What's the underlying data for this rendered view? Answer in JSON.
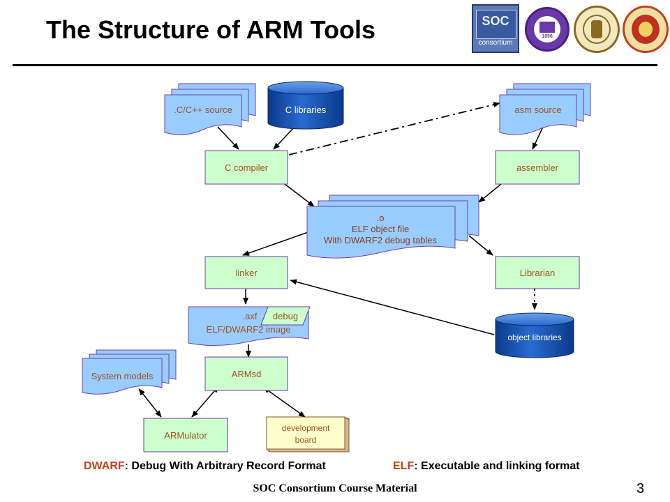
{
  "title": "The Structure of ARM Tools",
  "logos": [
    {
      "name": "soc-consortium-logo",
      "text": "SOC consortium"
    },
    {
      "name": "university-seal-1",
      "text": "1896"
    },
    {
      "name": "university-seal-2",
      "text": ""
    },
    {
      "name": "university-seal-3",
      "text": ""
    }
  ],
  "nodes": {
    "c_source": ".C/C++ source",
    "c_libraries": "C libraries",
    "asm_source": "asm source",
    "c_compiler": "C compiler",
    "assembler": "assembler",
    "object_file": {
      "line1": ".o",
      "line2": "ELF object file",
      "line3": "With DWARF2 debug tables"
    },
    "linker": "linker",
    "librarian": "Librarian",
    "axf_image": {
      "line1": ".axf",
      "line2": "ELF/DWARF2 image",
      "tag": "debug"
    },
    "object_libraries": "object libraries",
    "system_models": "System models",
    "armsd": "ARMsd",
    "armulator": "ARMulator",
    "dev_board": {
      "line1": "development",
      "line2": "board"
    }
  },
  "notes": {
    "dwarf_term": "DWARF",
    "dwarf_def": ": Debug With Arbitrary Record Format",
    "elf_term": "ELF",
    "elf_def": ": Executable and linking format"
  },
  "footer": "SOC Consortium Course Material",
  "page_number": "3",
  "colors": {
    "box_fill": "#ccffcc",
    "box_stroke": "#6a3aa8",
    "doc_fill": "#99ccff",
    "db_fill": "#1a5ab8",
    "label": "#a0521e",
    "keyword": "#c0401a"
  }
}
